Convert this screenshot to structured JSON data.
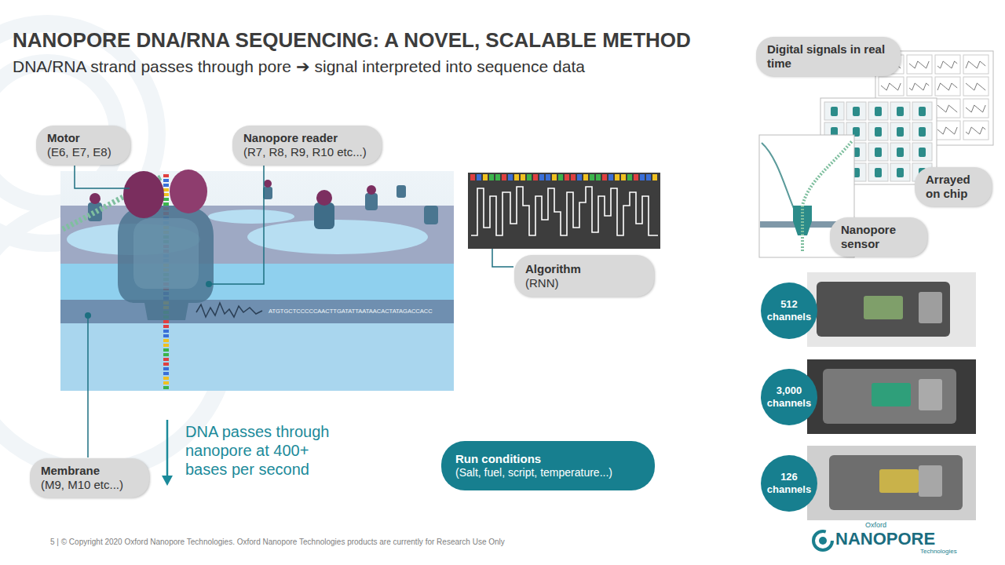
{
  "diagram": {
    "title": "NANOPORE DNA/RNA SEQUENCING: A NOVEL, SCALABLE METHOD",
    "nodes": [
      {
        "text": [
          "Motor",
          "(E6, E7, E8)"
        ]
      },
      {
        "text": [
          "Nanopore reader",
          "(R7, R8, R9, R10 etc...)"
        ]
      },
      {
        "text": [
          "Membrane",
          "(M9, M10 etc...)"
        ]
      },
      {
        "text": [
          "Algorithm",
          "(RNN)"
        ]
      },
      {
        "text": [
          "Run conditions",
          "(Salt, fuel, script, temperature...)"
        ]
      },
      {
        "text": [
          "Digital signals in real time"
        ]
      },
      {
        "text": [
          "Arrayed on chip"
        ]
      },
      {
        "text": [
          "Nanopore sensor"
        ]
      },
      {
        "text": [
          "512 channels"
        ]
      },
      {
        "text": [
          "3,000 channels"
        ]
      },
      {
        "text": [
          "126 channels"
        ]
      }
    ],
    "labels": [
      "DNA/RNA strand passes through pore ➔ signal interpreted into sequence data",
      "DNA passes through nanopore at 400+ bases per second",
      "ATGTGCTCCCCCAACTTGATATTAATAACACTATAGACCACC",
      "5 | © Copyright 2020 Oxford Nanopore Technologies. Oxford Nanopore Technologies products are currently for Research Use Only",
      "Oxford",
      "NANOPORE",
      "Technologies"
    ]
  }
}
